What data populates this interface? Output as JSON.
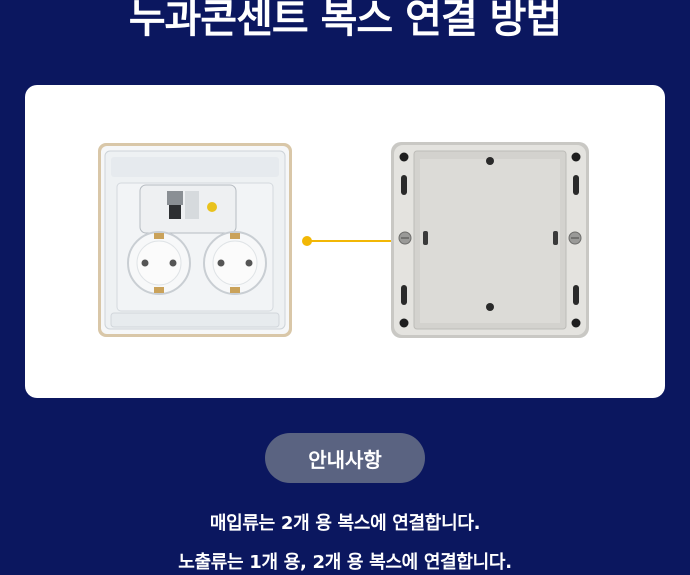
{
  "header": {
    "title": "누과콘센트 복스 연결 방법"
  },
  "info": {
    "section_label": "안내사항",
    "lines": [
      "매입류는 2개 용 복스에 연결합니다.",
      "노출류는 1개 용, 2개 용 복스에 연결합니다."
    ]
  },
  "colors": {
    "background": "#0b175f",
    "card": "#ffffff",
    "pill": "#5a6381",
    "connector": "#f2b705"
  }
}
